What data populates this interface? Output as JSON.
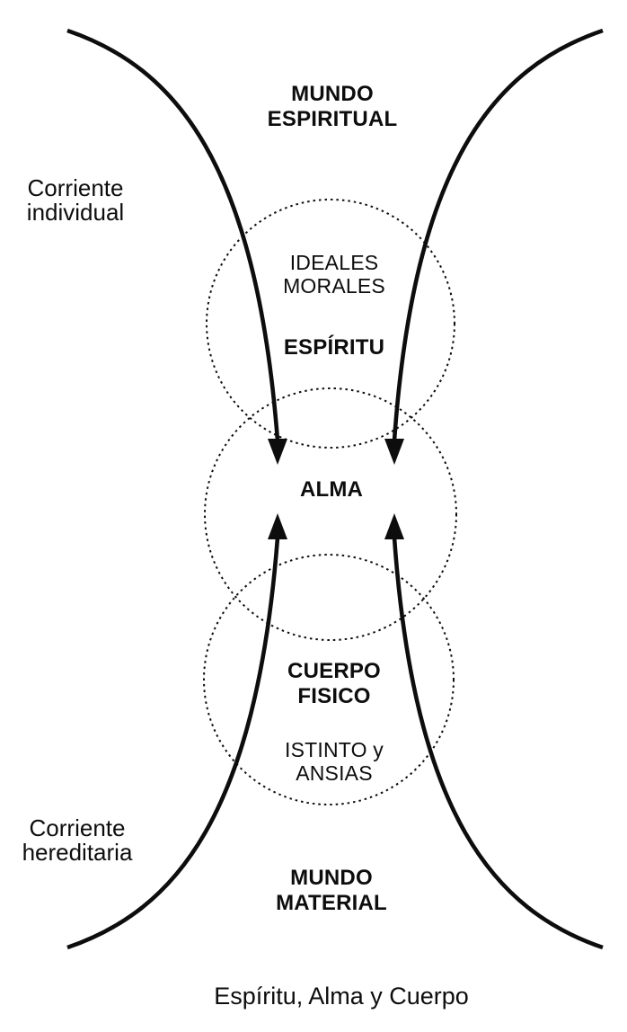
{
  "diagram": {
    "caption": "Espíritu, Alma y Cuerpo",
    "colors": {
      "background": "#ffffff",
      "ink": "#0d0d0d"
    },
    "worlds": {
      "spiritual": {
        "line1": "MUNDO",
        "line2": "ESPIRITUAL"
      },
      "material": {
        "line1": "MUNDO",
        "line2": "MATERIAL"
      }
    },
    "currents": {
      "individual": {
        "line1": "Corriente",
        "line2": "individual"
      },
      "hereditary": {
        "line1": "Corriente",
        "line2": "hereditaria"
      }
    },
    "circles": {
      "spirit": {
        "sublabel_line1": "IDEALES",
        "sublabel_line2": "MORALES",
        "label": "ESPÍRITU"
      },
      "soul": {
        "label": "ALMA"
      },
      "body": {
        "label_line1": "CUERPO",
        "label_line2": "FISICO",
        "sublabel_line1": "ISTINTO y",
        "sublabel_line2": "ANSIAS"
      }
    }
  }
}
